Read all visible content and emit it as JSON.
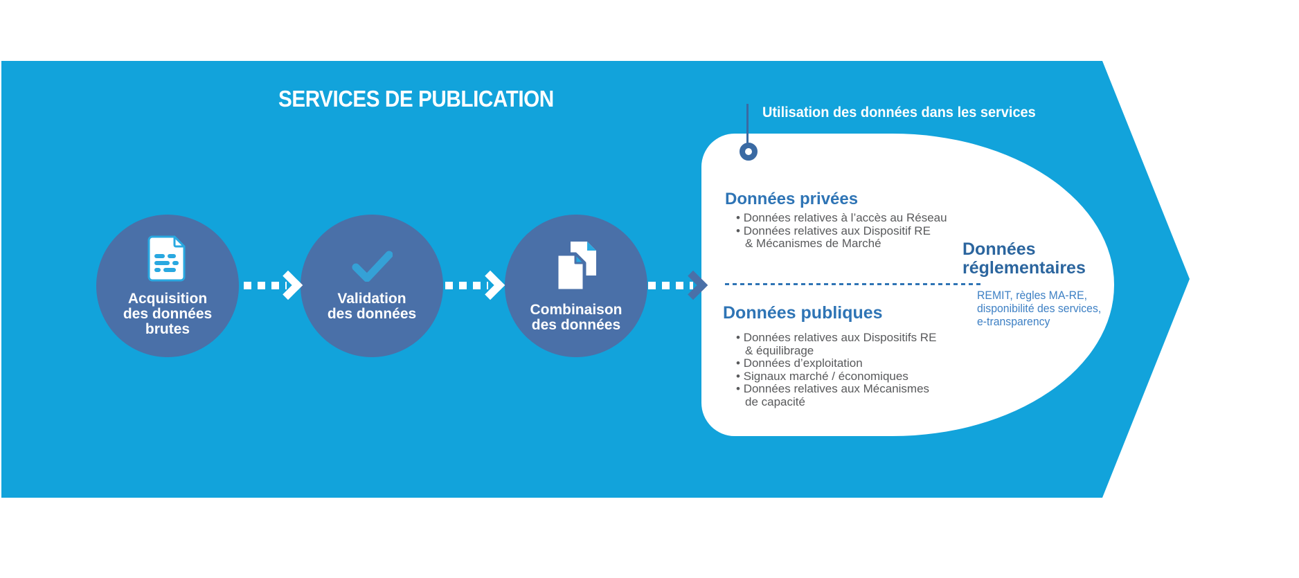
{
  "banner": {
    "title": "SERVICES DE PUBLICATION"
  },
  "callout": {
    "label": "Utilisation des données dans les services"
  },
  "steps": [
    {
      "icon": "document-icon",
      "label": "Acquisition\ndes données\nbrutes"
    },
    {
      "icon": "check-icon",
      "label": "Validation\ndes données"
    },
    {
      "icon": "documents-icon",
      "label": "Combinaison\ndes données"
    }
  ],
  "panel": {
    "private": {
      "title": "Données privées",
      "bullets": [
        "Données relatives à l’accès au Réseau",
        "Données relatives aux Dispositif RE\n& Mécanismes de Marché"
      ]
    },
    "public": {
      "title": "Données publiques",
      "bullets": [
        "Données relatives aux Dispositifs RE\n& équilibrage",
        "Données d’exploitation",
        "Signaux marché / économiques",
        "Données relatives aux Mécanismes\nde capacité"
      ]
    },
    "regulatory": {
      "title": "Données\nréglementaires",
      "description": "REMIT, règles MA-RE,\ndisponibilité des services,\ne-transparency"
    }
  },
  "colors": {
    "arrow_blue": "#12a3db",
    "circle_blue": "#4a70a8",
    "icon_cyan": "#29a8e0",
    "heading_blue": "#2e74b5",
    "regulatory_heading_blue": "#2b659e",
    "regulatory_text_blue": "#3e80c4",
    "bullet_gray": "#58595b",
    "connector_blue": "#3a6aa3"
  }
}
